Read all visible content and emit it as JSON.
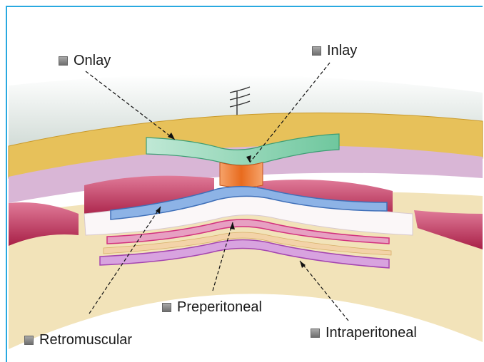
{
  "labels": {
    "onlay": "Onlay",
    "inlay": "Inlay",
    "preperitoneal": "Preperitoneal",
    "retromuscular": "Retromuscular",
    "intraperitoneal": "Intraperitoneal"
  },
  "colors": {
    "frame": "#29a9e0",
    "fat": "#e7c15a",
    "muscle": "#c0335a",
    "fascia": "#d9b6d6",
    "onlay_mesh": "#8fd6b5",
    "inlay_mesh": "#f07a2a",
    "retromuscular_mesh": "#6f9fd8",
    "preperitoneal_mesh": "#e0418c",
    "intraperitoneal_mesh": "#b04fb5"
  }
}
